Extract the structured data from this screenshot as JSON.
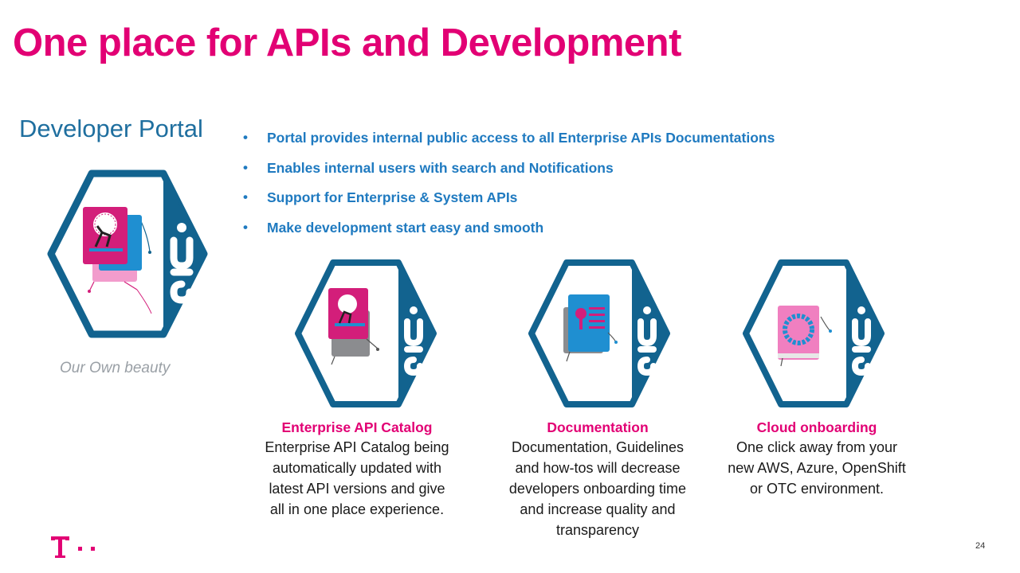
{
  "title": "One place for APIs and Development",
  "subtitle": "Developer Portal",
  "bullets": [
    "Portal provides internal public access to all Enterprise APIs Documentations",
    "Enables internal users with search and Notifications",
    "Support for Enterprise & System APIs",
    "Make development start easy and smooth"
  ],
  "hero_caption": "Our Own beauty",
  "features": [
    {
      "title": "Enterprise API Catalog",
      "lines": [
        "Enterprise API Catalog being",
        "automatically updated with",
        "latest API versions and give",
        "all in one place experience."
      ]
    },
    {
      "title": "Documentation",
      "lines": [
        "Documentation, Guidelines",
        "and how-tos will decrease",
        "developers onboarding time",
        "and increase quality and",
        "transparency"
      ]
    },
    {
      "title": "Cloud onboarding",
      "lines": [
        "One click away from your",
        "new AWS, Azure, OpenShift",
        "or OTC environment."
      ]
    }
  ],
  "page_number": "24",
  "icons": {
    "hero": "developer-portal-hex-icon",
    "catalog": "api-catalog-hex-icon",
    "documentation": "documentation-hex-icon",
    "cloud": "cloud-onboarding-hex-icon",
    "logo": "telekom-logo"
  },
  "colors": {
    "brand_magenta": "#e20074",
    "hex_blue": "#12638f",
    "heading_blue": "#1f6f9f",
    "bullet_blue": "#1f7ac0"
  }
}
